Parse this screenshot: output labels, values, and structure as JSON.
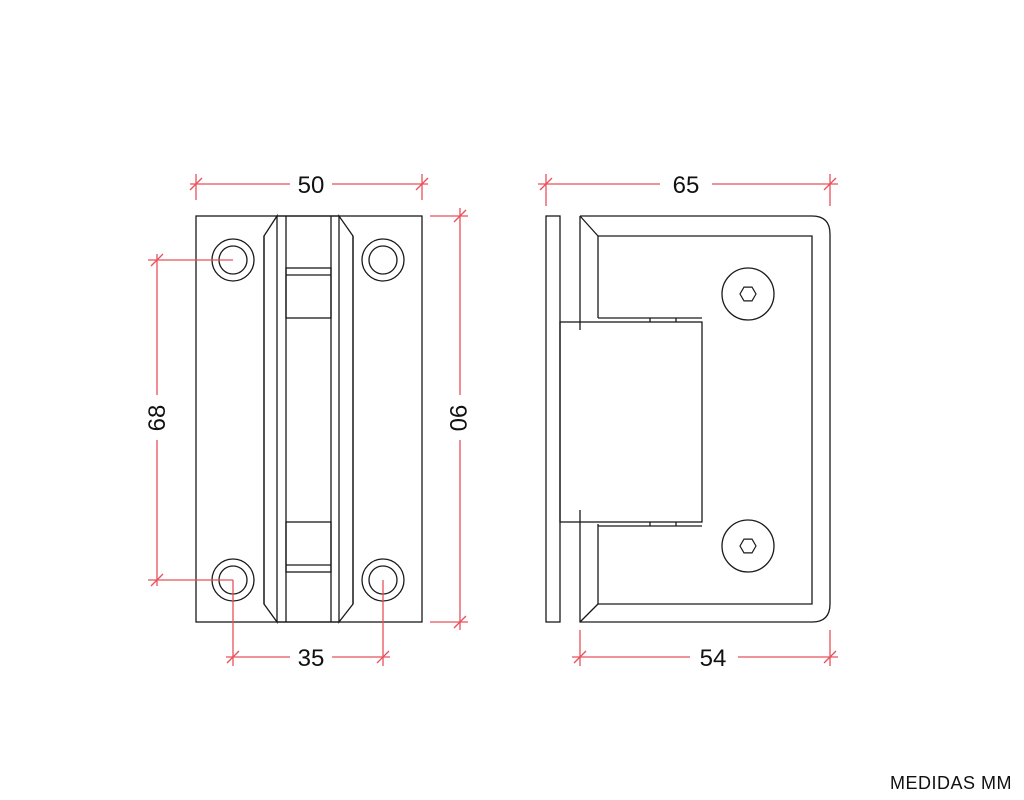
{
  "dimensions": {
    "front_width": "50",
    "hole_vertical_spacing": "68",
    "hole_horizontal_spacing": "35",
    "height": "90",
    "side_total_width": "65",
    "side_body_width": "54"
  },
  "caption": "MEDIDAS MM",
  "colors": {
    "outline": "#1a1a1a",
    "dimension_line": "#e8505b",
    "background": "#ffffff"
  }
}
